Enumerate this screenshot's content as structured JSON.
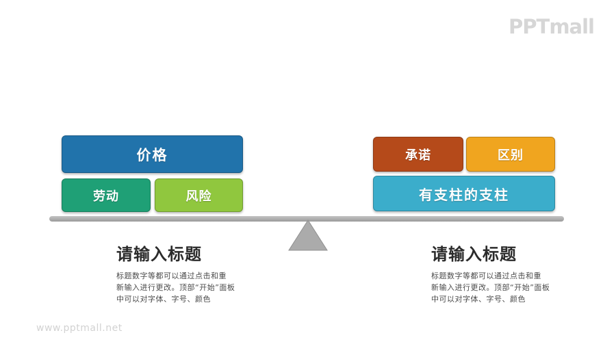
{
  "logo": {
    "text": "PPTmall"
  },
  "watermark": {
    "text": "www.pptmall.net"
  },
  "balance": {
    "left_group": [
      {
        "id": "price",
        "label": "价格",
        "fill": "#2173ab"
      },
      {
        "id": "labor",
        "label": "劳动",
        "fill": "#1fa076"
      },
      {
        "id": "risk",
        "label": "风险",
        "fill": "#90c73e"
      }
    ],
    "right_group": [
      {
        "id": "promise",
        "label": "承诺",
        "fill": "#b54a1a"
      },
      {
        "id": "difference",
        "label": "区别",
        "fill": "#f0a51f"
      },
      {
        "id": "pillar",
        "label": "有支柱的支柱",
        "fill": "#3badcb"
      }
    ],
    "beam_color": "#ababab",
    "fulcrum_color": "#ababab"
  },
  "captions": {
    "left": {
      "title": "请输入标题",
      "lines": [
        "标题数字等都可以通过点击和重",
        "新输入进行更改。顶部“开始”面板",
        "中可以对字体、字号、颜色"
      ]
    },
    "right": {
      "title": "请输入标题",
      "lines": [
        "标题数字等都可以通过点击和重",
        "新输入进行更改。顶部“开始”面板",
        "中可以对字体、字号、颜色"
      ]
    }
  }
}
